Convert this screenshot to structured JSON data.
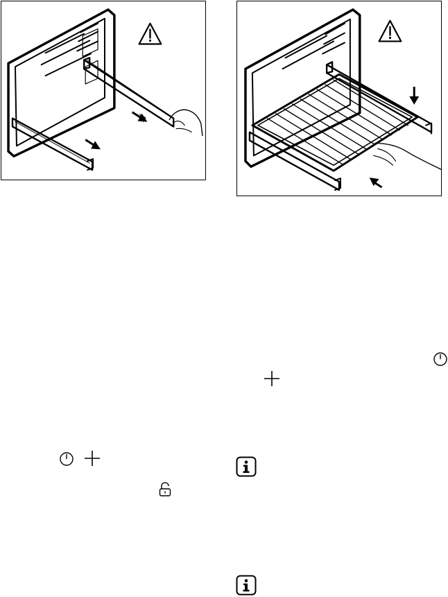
{
  "page": {
    "figures": [
      {
        "name": "remove-telescopic-runner",
        "steps": [
          "warning",
          "pull-runner-out"
        ]
      },
      {
        "name": "insert-wire-shelf-on-runners",
        "steps": [
          "warning",
          "lower-shelf",
          "push-shelf-in"
        ]
      }
    ],
    "icons": [
      "clock-icon",
      "plus-icon",
      "lock-open-icon",
      "info-icon"
    ],
    "colors": {
      "ink": "#000000",
      "paper": "#ffffff"
    }
  }
}
